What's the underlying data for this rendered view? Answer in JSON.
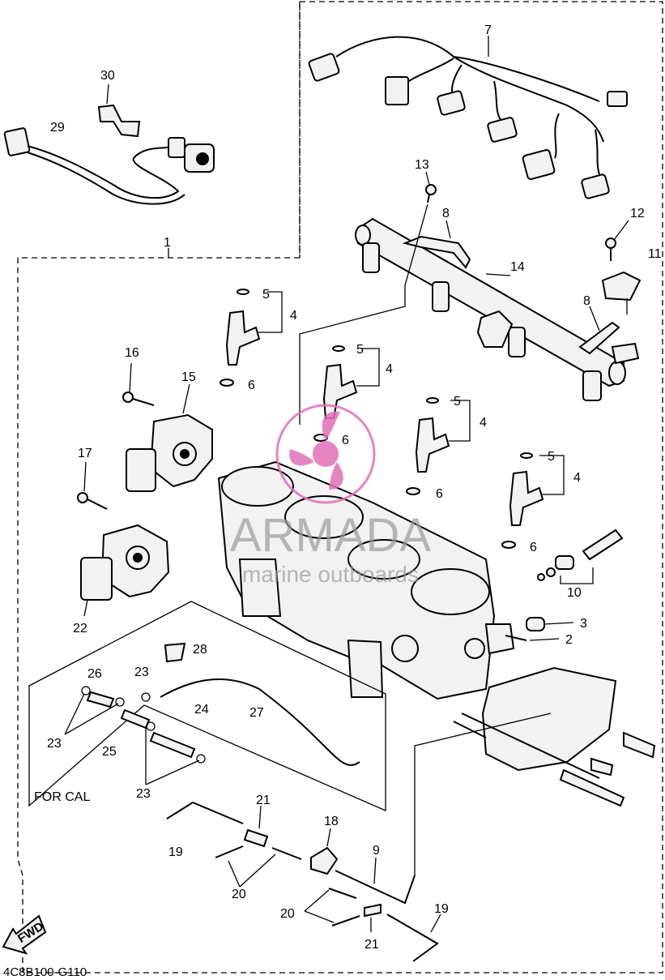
{
  "diagram": {
    "drawing_code": "4C8B100-G110",
    "for_cal_label": "FOR CAL",
    "fwd_label": "FWD",
    "watermark": {
      "brand": "ARMADA",
      "tagline": "marine outboards",
      "color_pink": "#e070b8",
      "color_grey": "#9a9a9a"
    },
    "callouts": {
      "c1": "1",
      "c2": "2",
      "c3": "3",
      "c4a": "4",
      "c4b": "4",
      "c4c": "4",
      "c4d": "4",
      "c5a": "5",
      "c5b": "5",
      "c5c": "5",
      "c5d": "5",
      "c6a": "6",
      "c6b": "6",
      "c6c": "6",
      "c6d": "6",
      "c7": "7",
      "c8a": "8",
      "c8b": "8",
      "c9": "9",
      "c10": "10",
      "c11": "11",
      "c12": "12",
      "c13": "13",
      "c14": "14",
      "c15": "15",
      "c16": "16",
      "c17": "17",
      "c18": "18",
      "c19a": "19",
      "c19b": "19",
      "c20a": "20",
      "c20b": "20",
      "c21a": "21",
      "c21b": "21",
      "c22": "22",
      "c23a": "23",
      "c23b": "23",
      "c23c": "23",
      "c24": "24",
      "c25": "25",
      "c26": "26",
      "c27": "27",
      "c28": "28",
      "c29": "29",
      "c30": "30"
    }
  }
}
